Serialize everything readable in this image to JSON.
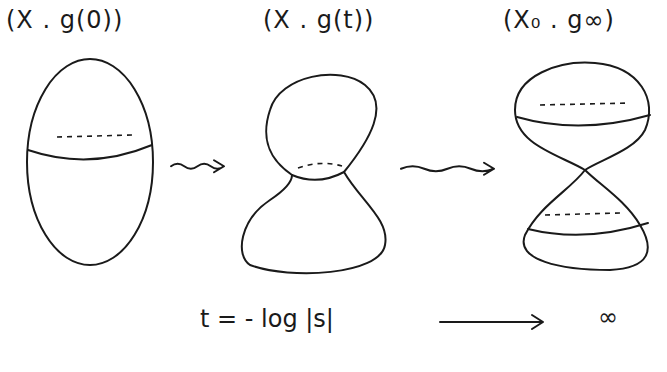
{
  "diagram": {
    "nodes": [
      {
        "text": [
          "(X . g(0))"
        ]
      },
      {
        "text": [
          "(X . g(t))"
        ]
      },
      {
        "text": [
          "(X₀ . g∞)"
        ]
      }
    ],
    "edges": [
      {
        "from": 0,
        "to": 1,
        "arrow": "to"
      },
      {
        "from": 1,
        "to": 2,
        "arrow": "to"
      }
    ],
    "labels": [
      "t = - log |s|",
      "∞"
    ]
  }
}
